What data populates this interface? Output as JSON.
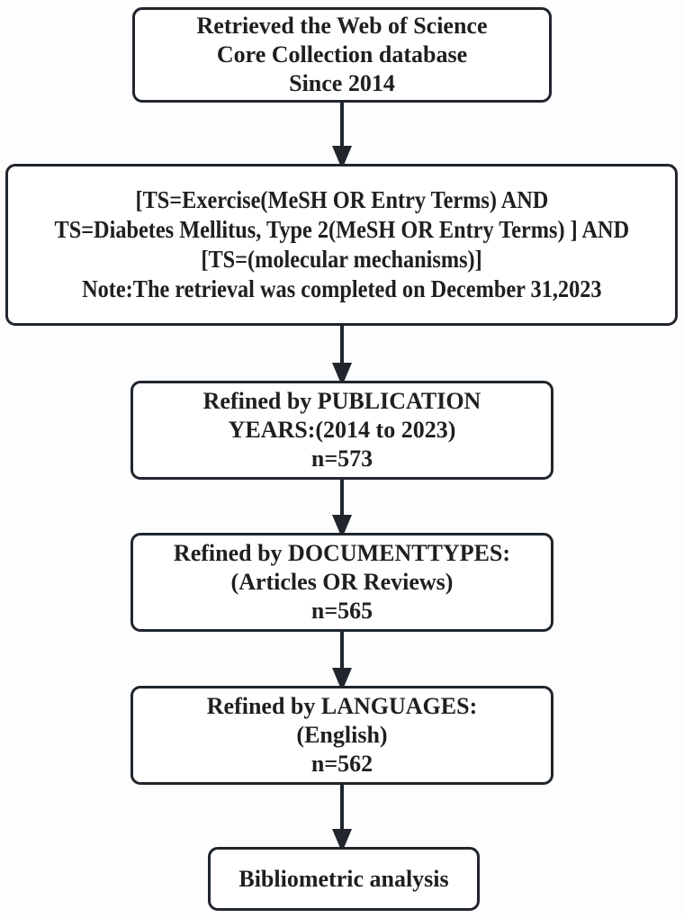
{
  "diagram": {
    "type": "flowchart",
    "description": "Web of Science literature retrieval and refinement flow for bibliometric analysis",
    "colors": {
      "background": "#fdfdfd",
      "box_fill": "#ffffff",
      "stroke": "#20262c",
      "text": "#1f1f1f"
    },
    "arrow_glyph": "down-arrow",
    "boxes": [
      {
        "id": "source",
        "lines": [
          "Retrieved the Web of Science",
          "Core Collection database",
          "Since 2014"
        ]
      },
      {
        "id": "search-query",
        "lines": [
          "[TS=Exercise(MeSH OR Entry Terms) AND",
          "TS=Diabetes Mellitus, Type 2(MeSH OR Entry Terms) ] AND",
          "[TS=(molecular mechanisms)]",
          "Note:The retrieval was completed on December 31,2023"
        ]
      },
      {
        "id": "publication-years",
        "lines": [
          "Refined by PUBLICATION",
          "YEARS:(2014 to 2023)",
          "n=573"
        ]
      },
      {
        "id": "document-types",
        "lines": [
          "Refined by DOCUMENTTYPES:",
          "(Articles OR Reviews)",
          "n=565"
        ]
      },
      {
        "id": "languages",
        "lines": [
          "Refined by LANGUAGES:",
          "(English)",
          "n=562"
        ]
      },
      {
        "id": "analysis",
        "lines": [
          "Bibliometric analysis"
        ]
      }
    ],
    "connectors": [
      {
        "from": "source",
        "to": "search-query"
      },
      {
        "from": "search-query",
        "to": "publication-years"
      },
      {
        "from": "publication-years",
        "to": "document-types"
      },
      {
        "from": "document-types",
        "to": "languages"
      },
      {
        "from": "languages",
        "to": "analysis"
      }
    ]
  }
}
